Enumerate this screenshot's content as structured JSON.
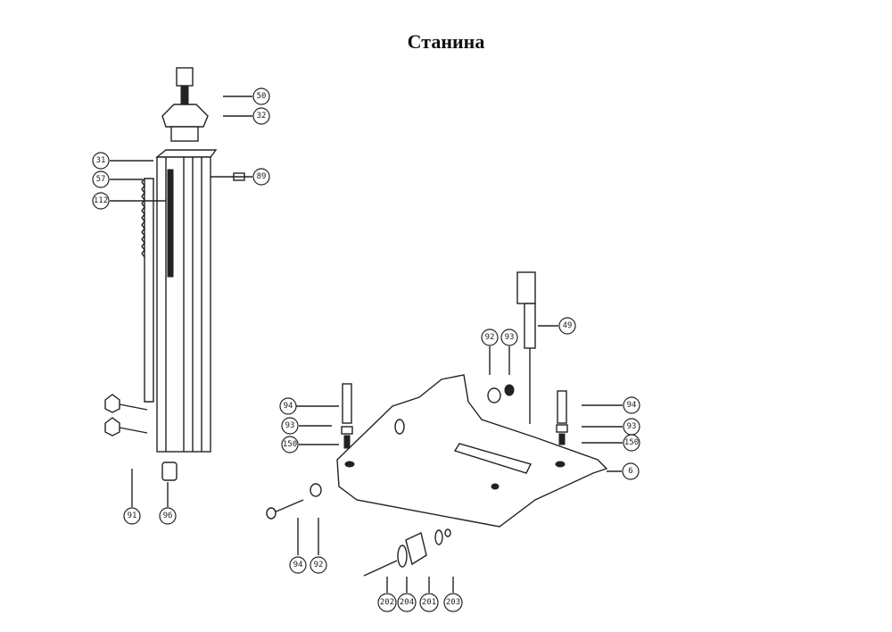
{
  "title": "Станина",
  "callouts": {
    "c50": "50",
    "c32": "32",
    "c31": "31",
    "c57": "57",
    "c112": "112",
    "c89": "89",
    "c91": "91",
    "c96": "96",
    "c49": "49",
    "c92a": "92",
    "c93a": "93",
    "c94l": "94",
    "c93l": "93",
    "c150l": "150",
    "c94r": "94",
    "c93r": "93",
    "c150r": "150",
    "c6": "6",
    "c94b": "94",
    "c92b": "92",
    "c202": "202",
    "c204": "204",
    "c201": "201",
    "c203": "203"
  }
}
